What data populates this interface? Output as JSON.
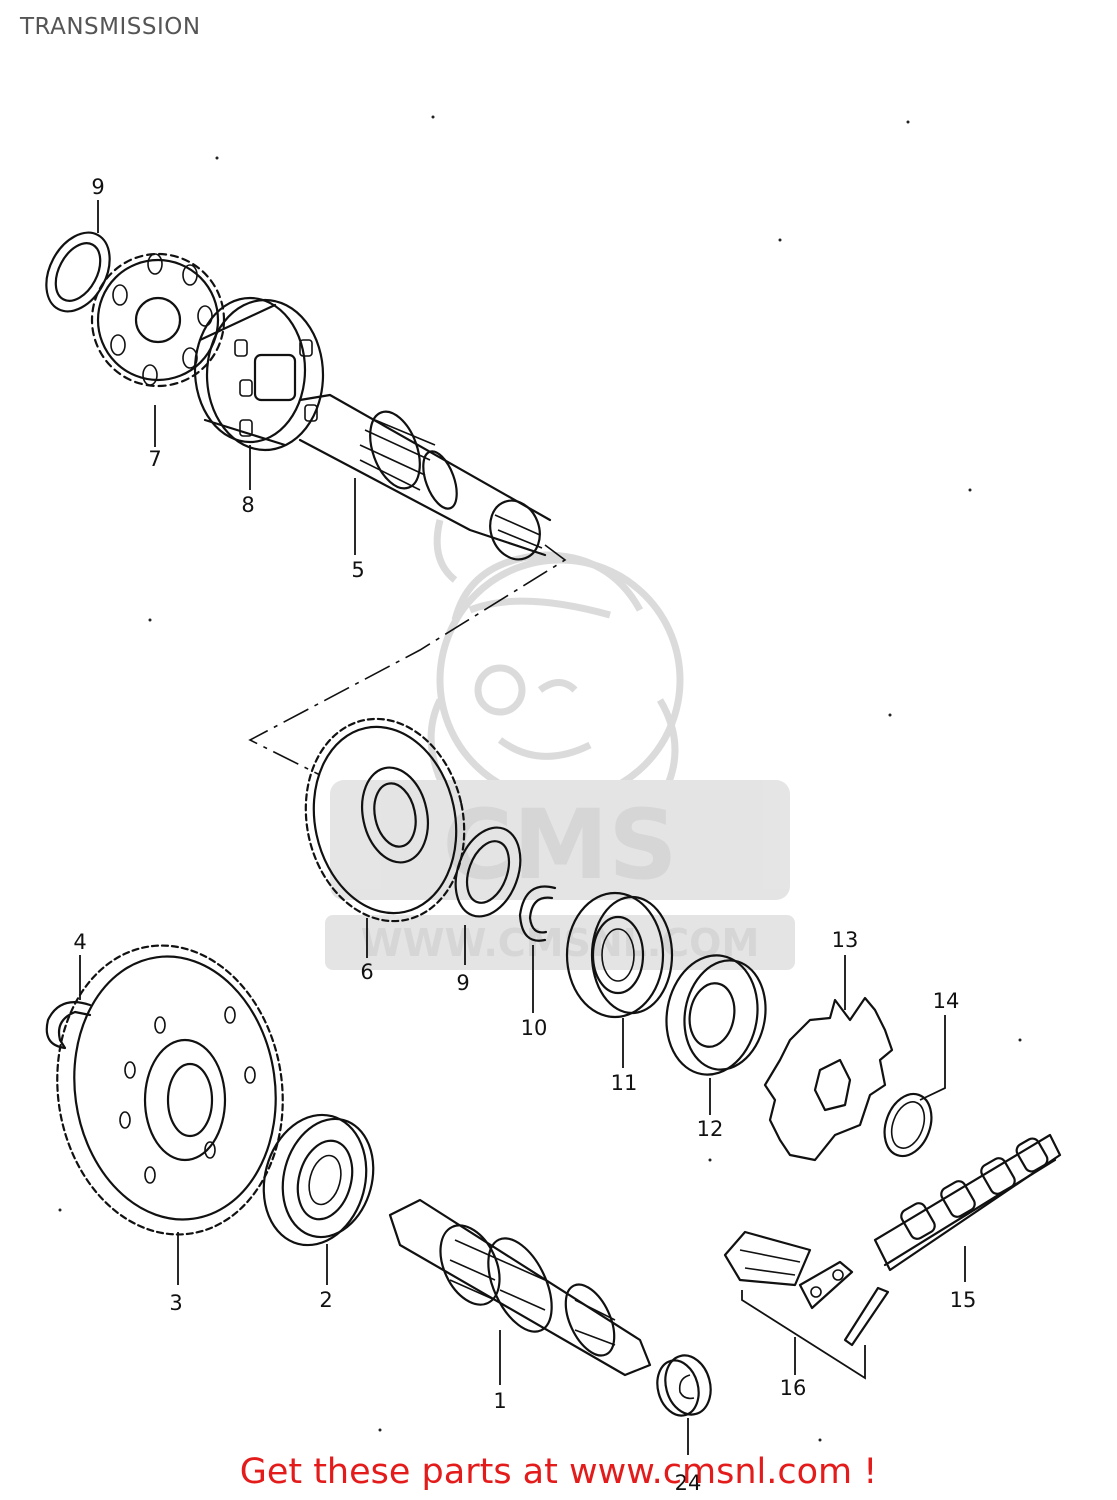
{
  "title": "TRANSMISSION",
  "footer": "Get these parts at www.cmsnl.com !",
  "watermark": {
    "logo_text": "CMS",
    "url_text": "WWW.CMSNL.COM",
    "color": "#d2d2d2"
  },
  "colors": {
    "ink": "#111111",
    "footer": "#e41b1b",
    "title": "#555555"
  },
  "callouts": [
    "9",
    "7",
    "8",
    "5",
    "6",
    "9",
    "10",
    "4",
    "13",
    "14",
    "11",
    "12",
    "3",
    "2",
    "15",
    "16",
    "1",
    "24"
  ]
}
